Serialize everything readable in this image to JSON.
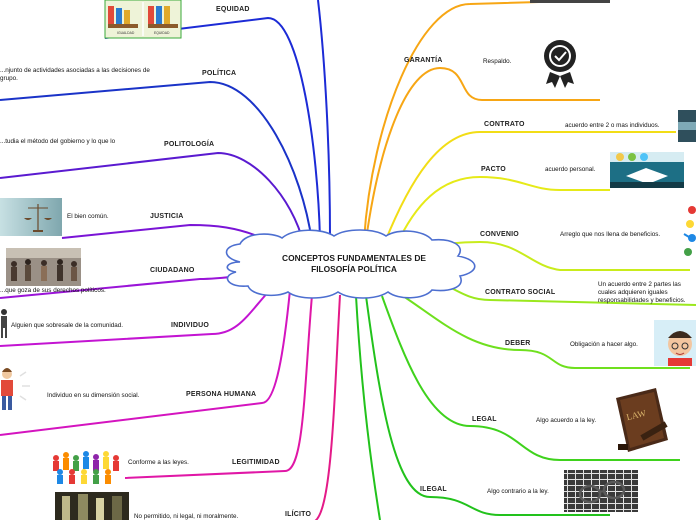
{
  "center": {
    "title": "CONCEPTOS FUNDAMENTALES DE FILOSOFÍA POLÍTICA"
  },
  "left": [
    {
      "label": "EQUIDAD",
      "desc": ""
    },
    {
      "label": "POLÍTICA",
      "desc": "...njunto de actividades asociadas a las decisiones de grupo."
    },
    {
      "label": "POLITOLOGÍA",
      "desc": "...tudia el método del gobierno y lo que lo"
    },
    {
      "label": "JUSTICIA",
      "desc": "El bien común."
    },
    {
      "label": "CIUDADANO",
      "desc": "...que goza de sus derechos políticos."
    },
    {
      "label": "INDIVIDUO",
      "desc": "Alguien que sobresale de la comunidad."
    },
    {
      "label": "PERSONA HUMANA",
      "desc": "Individuo en su dimensión social."
    },
    {
      "label": "LEGITIMIDAD",
      "desc": "Conforme a las leyes."
    },
    {
      "label": "ILÍCITO",
      "desc": "No permitido, ni legal, ni moralmente."
    }
  ],
  "right": [
    {
      "label": "GARANTÍA",
      "desc": "Respaldo."
    },
    {
      "label": "CONTRATO",
      "desc": "acuerdo entre 2 o mas individuos."
    },
    {
      "label": "PACTO",
      "desc": "acuerdo personal."
    },
    {
      "label": "CONVENIO",
      "desc": "Arreglo que nos llena de beneficios."
    },
    {
      "label": "CONTRATO SOCIAL",
      "desc": "Un acuerdo entre 2 partes las cuales adquieren iguales responsabilidades y beneficios."
    },
    {
      "label": "DEBER",
      "desc": "Obligación a hacer algo."
    },
    {
      "label": "LEGAL",
      "desc": "Algo acuerdo a la ley."
    },
    {
      "label": "ILEGAL",
      "desc": "Algo contrario a la ley."
    }
  ],
  "images": {
    "equidad_left": "IGUALDAD",
    "equidad_right": "EQUIDAD",
    "law_book": "LAW"
  },
  "colors": {
    "equidad": "#1c2bd6",
    "politica": "#1a33c8",
    "politologia": "#5a1ad0",
    "justicia": "#7a14d6",
    "ciudadano": "#9a14d8",
    "individuo": "#c314d2",
    "persona": "#d414bf",
    "legitimidad": "#e017a6",
    "ilicito": "#e41a88",
    "garantia": "#f7a614",
    "contrato": "#f2dd16",
    "pacto": "#e6ea18",
    "convenio": "#c9ec1c",
    "contrato_social": "#9be81e",
    "deber": "#6fe01e",
    "legal": "#3fd21d",
    "ilegal": "#22c21c",
    "cloud": "#4d6fd0"
  }
}
